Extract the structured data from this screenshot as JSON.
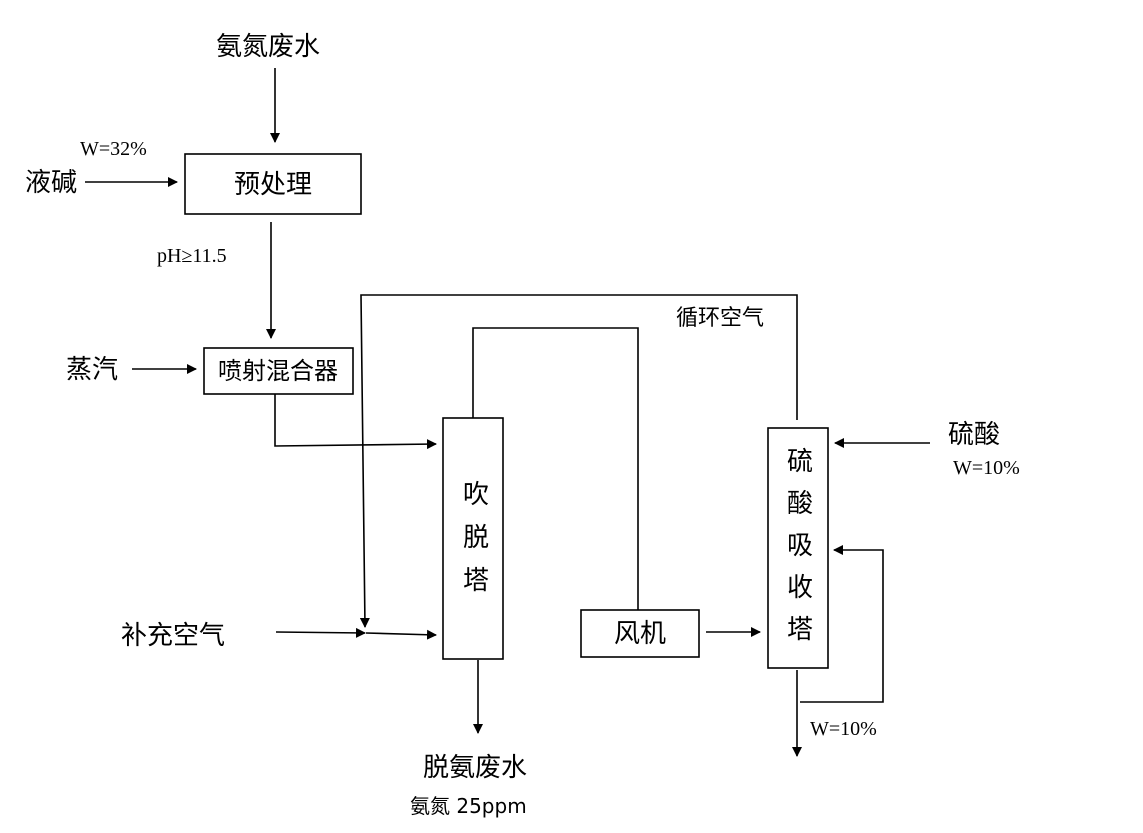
{
  "labels": {
    "ammonia_wastewater": "氨氮废水",
    "caustic": "液碱",
    "caustic_conc": "W=32%",
    "pretreatment": "预处理",
    "ph_condition": "pH≥11.5",
    "steam": "蒸汽",
    "jet_mixer": "喷射混合器",
    "recycle_air": "循环空气",
    "stripping_tower": [
      "吹",
      "脱",
      "塔"
    ],
    "makeup_air": "补充空气",
    "fan": "风机",
    "sulfuric_acid": "硫酸",
    "sulfuric_acid_conc": "W=10%",
    "absorber": [
      "硫",
      "酸",
      "吸",
      "收",
      "塔"
    ],
    "outlet_conc": "W=10%",
    "treated_water": "脱氨废水",
    "treated_ammonia": "氨氮 25ppm"
  },
  "colors": {
    "line": "#000000",
    "background": "#ffffff"
  }
}
